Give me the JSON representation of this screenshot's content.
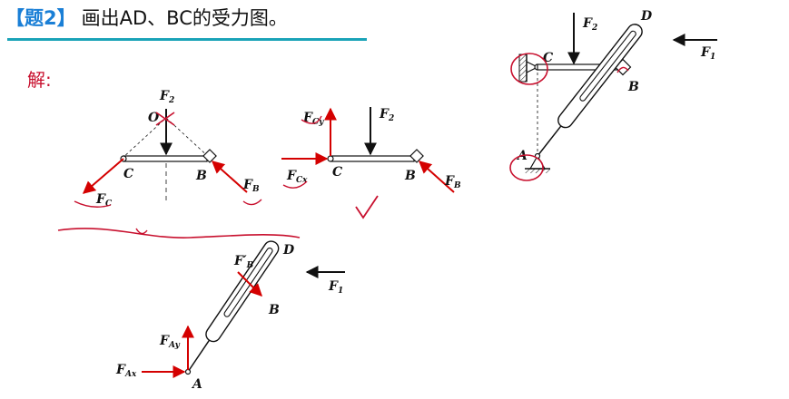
{
  "header": {
    "tag": "【题2】",
    "title": "画出AD、BC的受力图。"
  },
  "solution_label": "解:",
  "points": {
    "A": "A",
    "B": "B",
    "C": "C",
    "D": "D",
    "O": "O"
  },
  "forces": {
    "F1": {
      "base": "F",
      "sub": "1"
    },
    "F2": {
      "base": "F",
      "sub": "2"
    },
    "FB": {
      "base": "F",
      "sub": "B"
    },
    "FC": {
      "base": "F",
      "sub": "C"
    },
    "FCx": {
      "base": "F",
      "sub": "Cx"
    },
    "FCy": {
      "base": "F",
      "sub": "Cy"
    },
    "FBprime": {
      "base": "F′",
      "sub": "B"
    },
    "FAx": {
      "base": "F",
      "sub": "Ax"
    },
    "FAy": {
      "base": "F",
      "sub": "Ay"
    }
  },
  "colors": {
    "accent": "#1a7fd6",
    "rule": "#1aa3b8",
    "ink": "#111111",
    "annotation": "#c8102e"
  }
}
